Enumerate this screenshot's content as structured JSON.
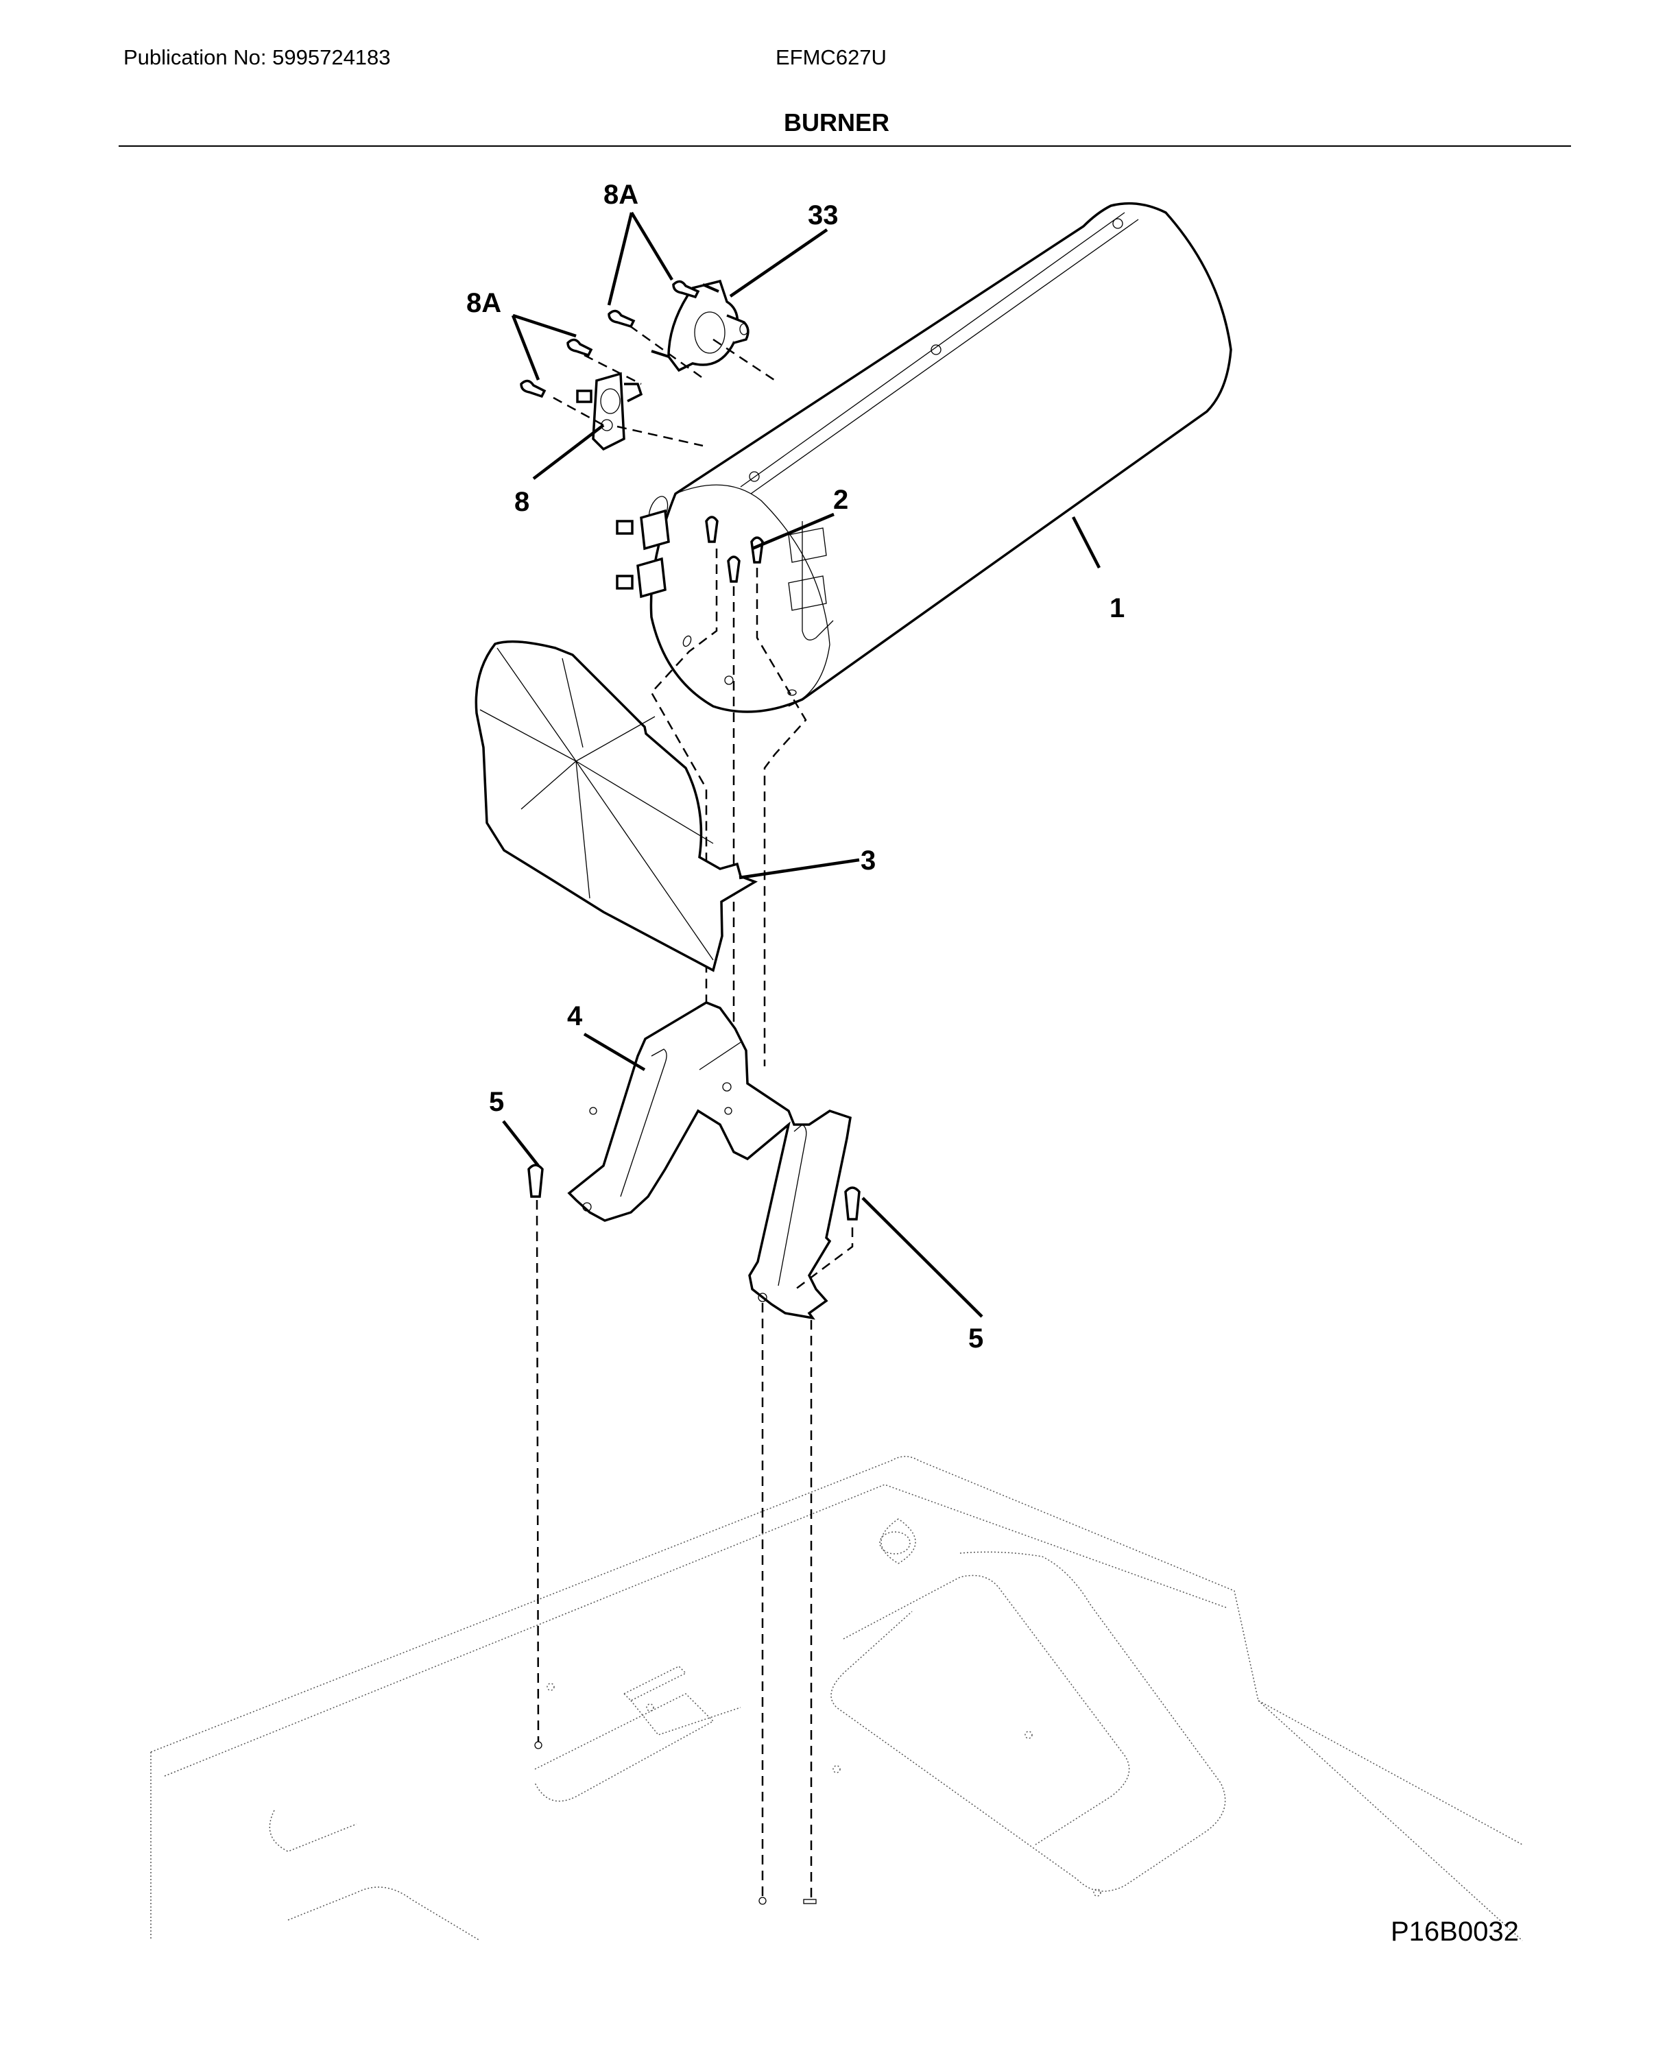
{
  "header": {
    "publication_label": "Publication No: 5995724183",
    "model": "EFMC627U",
    "section_title": "BURNER"
  },
  "footer": {
    "figure_code": "P16B0032"
  },
  "diagram": {
    "callouts": [
      {
        "id": "1",
        "label": "1",
        "part": "burner-housing-cylinder"
      },
      {
        "id": "2",
        "label": "2",
        "part": "screw-housing"
      },
      {
        "id": "3",
        "label": "3",
        "part": "heat-shield"
      },
      {
        "id": "4",
        "label": "4",
        "part": "burner-bracket"
      },
      {
        "id": "5a",
        "label": "5",
        "part": "screw-bracket-left"
      },
      {
        "id": "5b",
        "label": "5",
        "part": "screw-bracket-right"
      },
      {
        "id": "8",
        "label": "8",
        "part": "thermostat-fuse"
      },
      {
        "id": "8a-1",
        "label": "8A",
        "part": "thermostat-screws-left"
      },
      {
        "id": "8a-2",
        "label": "8A",
        "part": "thermostat-screws-top"
      },
      {
        "id": "33",
        "label": "33",
        "part": "high-limit-thermostat"
      }
    ]
  }
}
